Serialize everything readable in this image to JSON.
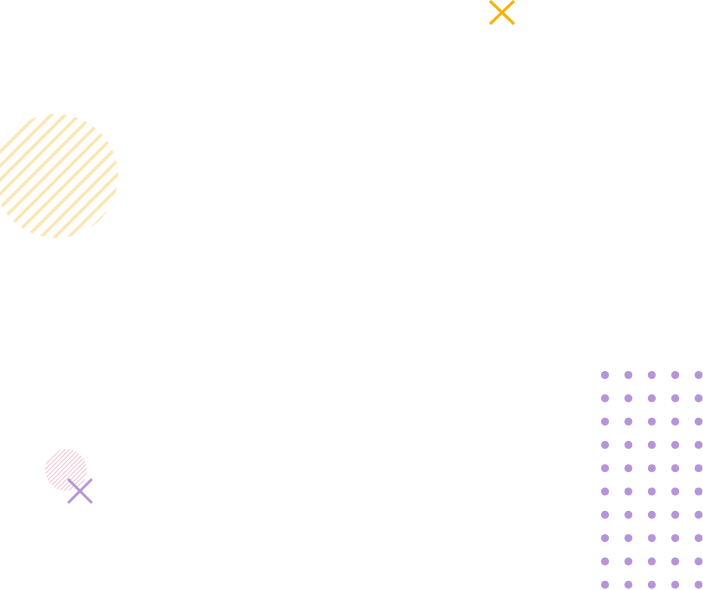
{
  "decorations": {
    "cross_top": {
      "icon": "cross-icon",
      "color": "#f5b40a"
    },
    "circle_large": {
      "icon": "hatched-circle",
      "color": "#fbe6b4"
    },
    "circle_small": {
      "icon": "hatched-circle",
      "color": "#f4c7d4"
    },
    "cross_bottom": {
      "icon": "cross-icon",
      "color": "#b594d9"
    },
    "dot_grid": {
      "icon": "dot-grid",
      "color": "#b594d9",
      "columns": 5,
      "rows": 10
    }
  }
}
